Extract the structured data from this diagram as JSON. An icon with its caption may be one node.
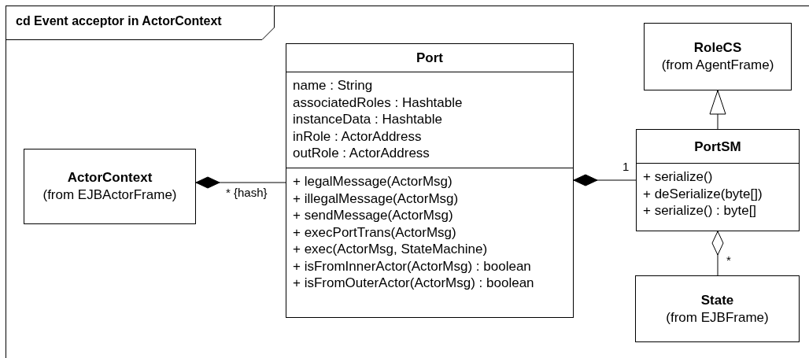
{
  "diagram": {
    "title": "cd Event acceptor in ActorContext",
    "nodes": [
      {
        "text": [
          "RoleCS",
          "(from AgentFrame)"
        ]
      },
      {
        "text": [
          "Port",
          "name : String",
          "associatedRoles : Hashtable",
          "instanceData : Hashtable",
          "inRole : ActorAddress",
          "outRole : ActorAddress",
          "+ legalMessage(ActorMsg)",
          "+ illegalMessage(ActorMsg)",
          "+ sendMessage(ActorMsg)",
          "+ execPortTrans(ActorMsg)",
          "+ exec(ActorMsg, StateMachine)",
          "+ isFromInnerActor(ActorMsg) : boolean",
          "+ isFromOuterActor(ActorMsg) : boolean"
        ]
      },
      {
        "text": [
          "PortSM",
          "+ serialize()",
          "+ deSerialize(byte[])",
          "+ serialize() : byte[]"
        ]
      },
      {
        "text": [
          "ActorContext",
          "(from EJBActorFrame)"
        ]
      },
      {
        "text": [
          "State",
          "(from EJBFrame)"
        ]
      }
    ],
    "edges": [
      {
        "from": 1,
        "to": 3,
        "arrow": "other",
        "label": "* {hash}"
      },
      {
        "from": 2,
        "to": 1,
        "arrow": "other",
        "label": "1"
      },
      {
        "from": 2,
        "to": 0,
        "arrow": "to"
      },
      {
        "from": 4,
        "to": 2,
        "arrow": "other",
        "label": "*"
      }
    ]
  }
}
